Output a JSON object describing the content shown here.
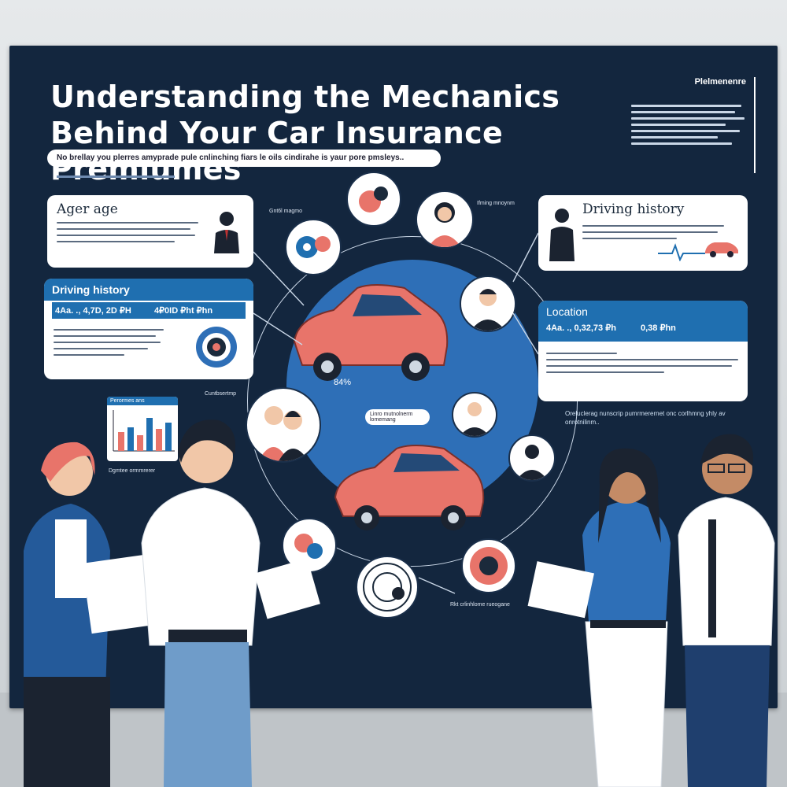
{
  "poster": {
    "title_line1": "Understanding the Mechanics",
    "title_line2": "Behind Your Car Insurance Premiumes",
    "subtitle": "No brellay you plerres amyprade pule cnlinching fiars le oils cindirahe is yaur pore pmsleys..",
    "side_title": "Plelmenenre"
  },
  "cards": {
    "age": {
      "heading": "Ager age"
    },
    "driving_left": {
      "heading": "Driving history",
      "stats": "4Aa. ., 4,7D, 2D ₽H",
      "stat2": "4₽0ID ₽ht  ₽hn"
    },
    "driving_right": {
      "heading": "Driving history"
    },
    "location": {
      "heading": "Location",
      "stats": "4Aa. ., 0,32,73 ₽h",
      "stat2": "0,38 ₽hn"
    }
  },
  "labels": {
    "chart_tag": "Perormes ans",
    "chart_caption": "Dgmtee ormmrerer",
    "center_pct": "84%",
    "bubble_left": "Cuntbsertmp",
    "hub_tag": "Linro mutnolnerm lomemang",
    "bottom_caption": "Rkt crlinhlome rueogane",
    "location_note": "Oreluclerag nunscrip pumrmerernet onc corlhmng yhly av onrotnilinm..",
    "orbit_tl": "Gnt6l magmo",
    "orbit_tr": "Ifming mnoynm"
  },
  "colors": {
    "board": "#13263e",
    "accent_blue": "#1f6fb0",
    "car": "#e8746a",
    "hub": "#2e6fb7"
  },
  "icons": [
    "user-icon",
    "gear-icon",
    "car-icon",
    "bar-chart-icon",
    "heartbeat-icon"
  ]
}
